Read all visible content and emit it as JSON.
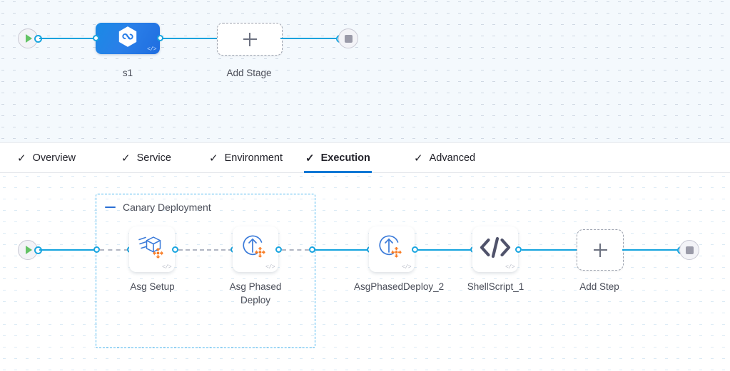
{
  "stage_canvas": {
    "start_node": {
      "icon": "play-icon"
    },
    "end_node": {
      "icon": "stop-icon"
    },
    "stage": {
      "label": "s1",
      "icon": "hexagon-link-icon",
      "code_badge": "</>"
    },
    "add_stage": {
      "label": "Add Stage",
      "icon": "plus-icon"
    }
  },
  "tabs": [
    {
      "id": "overview",
      "label": "Overview",
      "check": "✓",
      "active": false
    },
    {
      "id": "service",
      "label": "Service",
      "check": "✓",
      "active": false
    },
    {
      "id": "environment",
      "label": "Environment",
      "check": "✓",
      "active": false
    },
    {
      "id": "execution",
      "label": "Execution",
      "check": "✓",
      "active": true
    },
    {
      "id": "advanced",
      "label": "Advanced",
      "check": "✓",
      "active": false
    }
  ],
  "execution_canvas": {
    "start_node": {
      "icon": "play-icon"
    },
    "end_node": {
      "icon": "stop-icon"
    },
    "group": {
      "title": "Canary Deployment",
      "collapse_icon": "collapse-dash-icon"
    },
    "steps": [
      {
        "id": "asg-setup",
        "label": "Asg Setup",
        "icon": "asg-setup-icon",
        "code_badge": "</>",
        "in_group": true
      },
      {
        "id": "asg-phased-deploy",
        "label": "Asg Phased Deploy",
        "icon": "asg-deploy-icon",
        "code_badge": "</>",
        "in_group": true
      },
      {
        "id": "asgphaseddeploy-2",
        "label": "AsgPhasedDeploy_2",
        "icon": "asg-deploy-icon",
        "code_badge": "</>",
        "in_group": false
      },
      {
        "id": "shellscript-1",
        "label": "ShellScript_1",
        "icon": "code-icon",
        "code_badge": "</>",
        "in_group": false
      }
    ],
    "add_step": {
      "label": "Add Step",
      "icon": "plus-icon"
    }
  },
  "colors": {
    "accent_blue": "#0278d5",
    "connector_blue": "#14a3de",
    "group_border": "#49b6ef",
    "stage_gradient_from": "#1a8ae6",
    "stage_gradient_to": "#1f6de0",
    "play_green": "#63c264",
    "stop_gray": "#9a9aa8",
    "icon_orange": "#f97b22",
    "icon_blue": "#3a7ad9",
    "canvas_top_bg": "#f4f9fd",
    "canvas_bottom_bg": "#ffffff"
  }
}
